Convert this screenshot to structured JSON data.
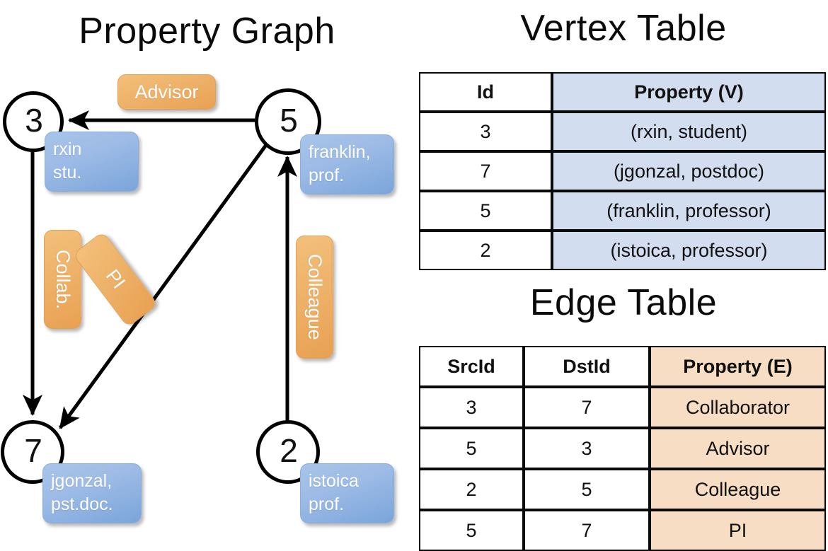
{
  "titles": {
    "property_graph": "Property Graph",
    "vertex_table": "Vertex Table",
    "edge_table": "Edge Table"
  },
  "colors": {
    "vertex_header_fill": "#d3ddf0",
    "edge_header_fill": "#f6ddc3",
    "vertex_prop_box": "#9dbbe6",
    "edge_label_box": "#eeb26a",
    "stroke": "#000000",
    "background": "#ffffff"
  },
  "graph": {
    "vertices": [
      {
        "id": "3",
        "property_text": "rxin\nstu."
      },
      {
        "id": "5",
        "property_text": "franklin,\nprof."
      },
      {
        "id": "7",
        "property_text": "jgonzal,\npst.doc."
      },
      {
        "id": "2",
        "property_text": "istoica\nprof."
      }
    ],
    "edge_labels": [
      {
        "label": "Advisor",
        "orientation": "horizontal"
      },
      {
        "label": "Collab.",
        "orientation": "vertical"
      },
      {
        "label": "PI",
        "orientation": "rotated"
      },
      {
        "label": "Colleague",
        "orientation": "vertical"
      }
    ]
  },
  "vertex_table": {
    "headers": [
      "Id",
      "Property (V)"
    ],
    "rows": [
      {
        "id": "3",
        "property": "(rxin, student)"
      },
      {
        "id": "7",
        "property": "(jgonzal, postdoc)"
      },
      {
        "id": "5",
        "property": "(franklin, professor)"
      },
      {
        "id": "2",
        "property": "(istoica, professor)"
      }
    ]
  },
  "edge_table": {
    "headers": [
      "SrcId",
      "DstId",
      "Property (E)"
    ],
    "rows": [
      {
        "src": "3",
        "dst": "7",
        "property": "Collaborator"
      },
      {
        "src": "5",
        "dst": "3",
        "property": "Advisor"
      },
      {
        "src": "2",
        "dst": "5",
        "property": "Colleague"
      },
      {
        "src": "5",
        "dst": "7",
        "property": "PI"
      }
    ]
  }
}
